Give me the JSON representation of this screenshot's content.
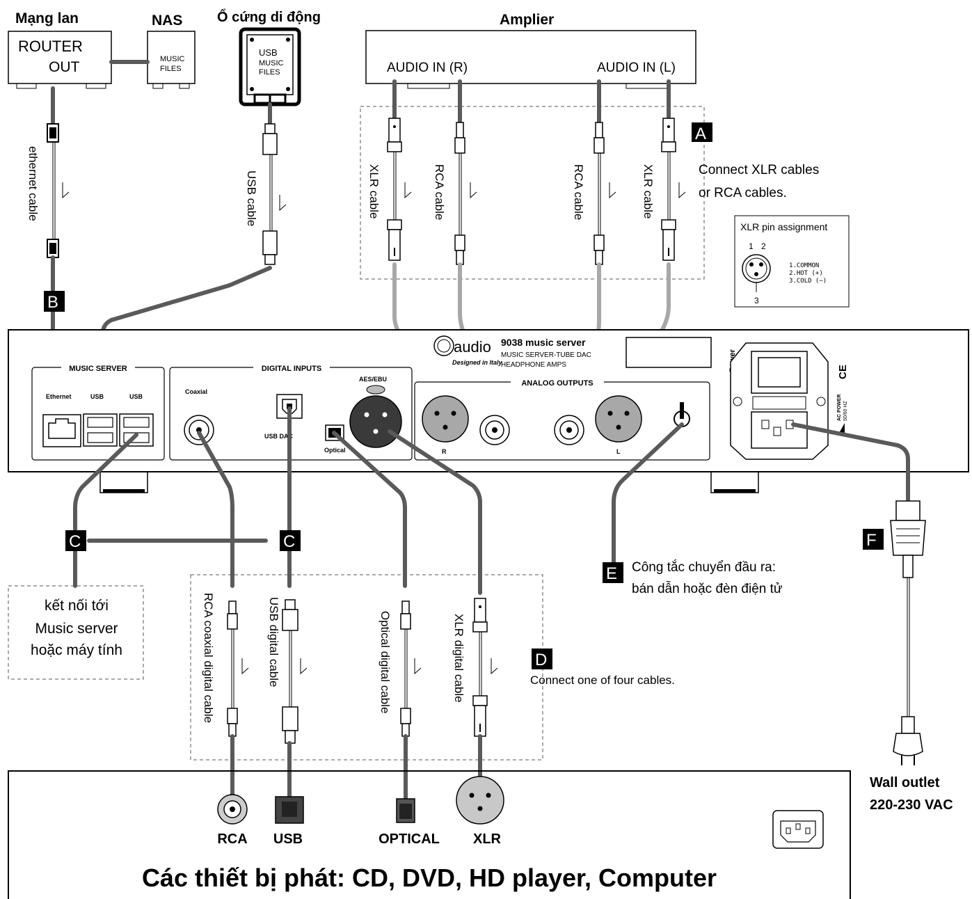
{
  "network": {
    "title": "Mạng lan",
    "router": "ROUTER",
    "router_out": "OUT"
  },
  "nas": {
    "title": "NAS",
    "line1": "MUSIC",
    "line2": "FILES"
  },
  "hdd": {
    "title": "Ổ cứng di động",
    "line1": "USB",
    "line2": "MUSIC",
    "line3": "FILES"
  },
  "amplifier": {
    "title": "Amplier",
    "in_r": "AUDIO IN (R)",
    "in_l": "AUDIO IN (L)"
  },
  "cables_top": {
    "ethernet": "ethernet cable",
    "usb": "USB cable",
    "xlr1": "XLR cable",
    "rca1": "RCA cable",
    "rca2": "RCA cable",
    "xlr2": "XLR cable"
  },
  "badges": {
    "a": "A",
    "b": "B",
    "c": "C",
    "d": "D",
    "e": "E",
    "f": "F"
  },
  "note_a": {
    "line1": "Connect XLR cables",
    "line2": "or RCA cables."
  },
  "xlr_pins": {
    "title": "XLR pin assignment",
    "n1": "1",
    "n2": "2",
    "n3": "3",
    "p1": "1.COMMON",
    "p2": "2.HOT (+)",
    "p3": "3.COLD (−)"
  },
  "device": {
    "brand": "audio",
    "brand_sub": "Designed in Italy",
    "model": "9038 music server",
    "desc1": "MUSIC SERVER-TUBE DAC",
    "desc2": "HEADPHONE AMPS",
    "group_server": "MUSIC SERVER",
    "ethernet": "Ethernet",
    "usb1": "USB",
    "usb2": "USB",
    "group_digital": "DIGITAL INPUTS",
    "coaxial": "Coaxial",
    "usb_dac": "USB DAC",
    "optical": "Optical",
    "aes": "AES/EBU",
    "group_analog": "ANALOG OUTPUTS",
    "r": "R",
    "l": "L",
    "power": "Power",
    "ac_power": "AC POWER",
    "hz": "50/60 HZ",
    "ce": "CE"
  },
  "note_c": {
    "line1": "kết nối tới",
    "line2": "Music server",
    "line3": "hoặc máy tính"
  },
  "cables_bottom": {
    "rca": "RCA coaxial digital cable",
    "usb": "USB  digital cable",
    "optical": "Optical  digital cable",
    "xlr": "XLR  digital cable"
  },
  "note_d": "Connect one of four cables.",
  "note_e": {
    "line1": "Công tắc chuyển đầu ra:",
    "line2": "bán dẫn hoặc đèn điện tử"
  },
  "wall": {
    "line1": "Wall outlet",
    "line2": "220-230 VAC"
  },
  "player": {
    "rca": "RCA",
    "usb": "USB",
    "optical": "OPTICAL",
    "xlr": "XLR",
    "title": "Các thiết bị phát: CD, DVD, HD player, Computer"
  }
}
